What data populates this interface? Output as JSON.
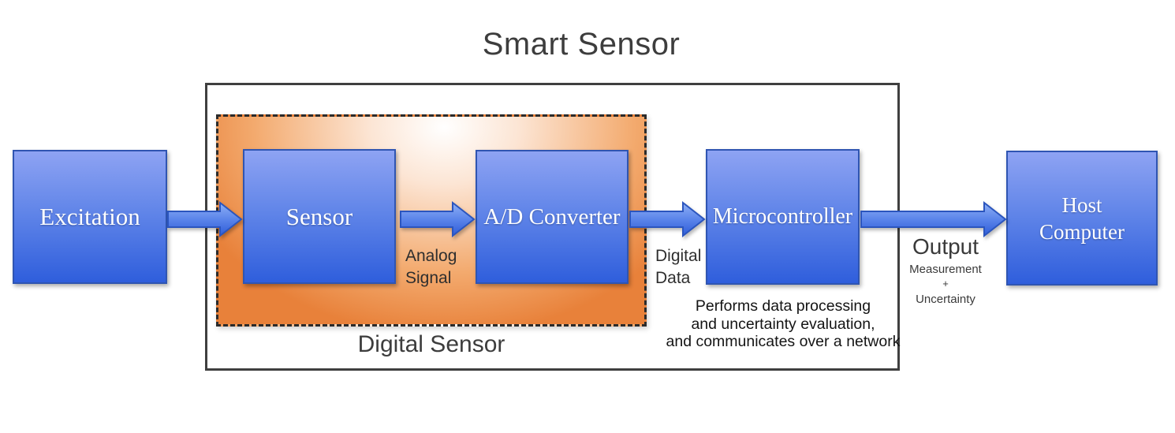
{
  "title": "Smart Sensor",
  "digital_sensor_label": "Digital Sensor",
  "blocks": {
    "excitation": "Excitation",
    "sensor": "Sensor",
    "adc": "A/D Converter",
    "microcontroller": "Microcontroller",
    "host_computer": "Host Computer"
  },
  "signal_labels": {
    "analog": "Analog Signal",
    "digital": "Digital Data"
  },
  "output": {
    "title": "Output",
    "line1": "Measurement",
    "line2": "+",
    "line3": "Uncertainty"
  },
  "microcontroller_note": {
    "line1": "Performs data processing",
    "line2": "and uncertainty evaluation,",
    "line3": "and communicates over a network"
  },
  "colors": {
    "block_fill_top": "#8EA3F3",
    "block_fill_bottom": "#2F5EDC",
    "block_border": "#2F55B2",
    "arrow_fill_top": "#8FB0F4",
    "arrow_fill_bottom": "#2E5CD8",
    "arrow_border": "#2B55BE",
    "digital_sensor_orange": "#E8813A",
    "boundary_gray": "#3F3F3F",
    "label_gray": "#3D3D3D",
    "note_black": "#141414",
    "block_text": "#FFFFFF"
  }
}
